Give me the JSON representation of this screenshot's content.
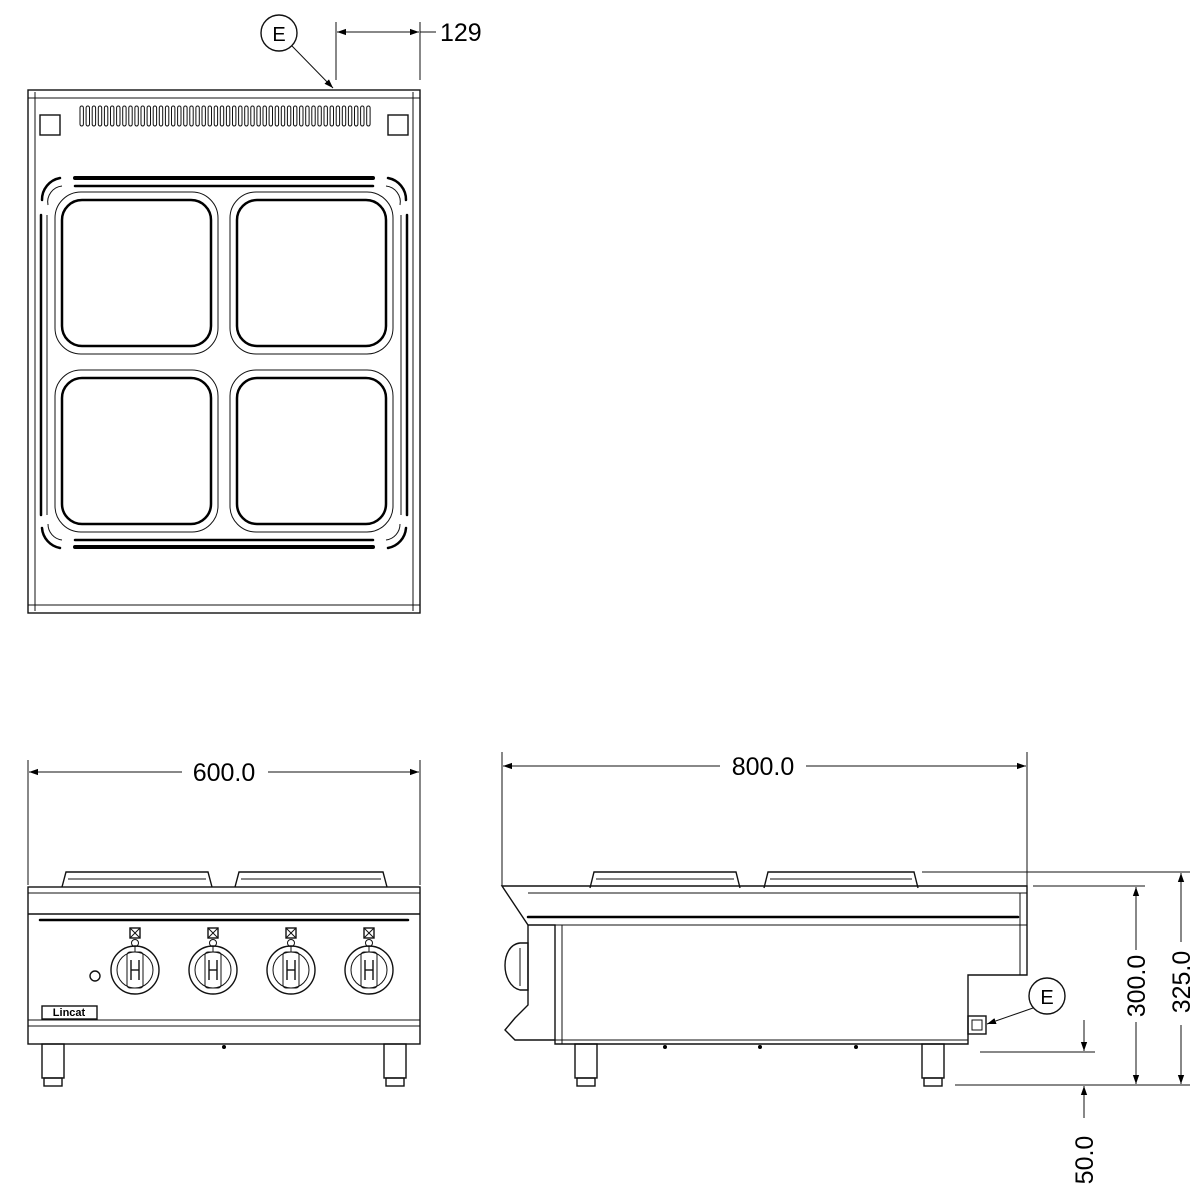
{
  "top_view": {
    "callout_label": "E",
    "offset_dimension": "129"
  },
  "front_view": {
    "width_dimension": "600.0",
    "brand": "Lincat"
  },
  "side_view": {
    "depth_dimension": "800.0",
    "callout_label": "E",
    "height_dimension": "300.0",
    "overall_height_dimension": "325.0",
    "foot_dimension": "50.0"
  }
}
